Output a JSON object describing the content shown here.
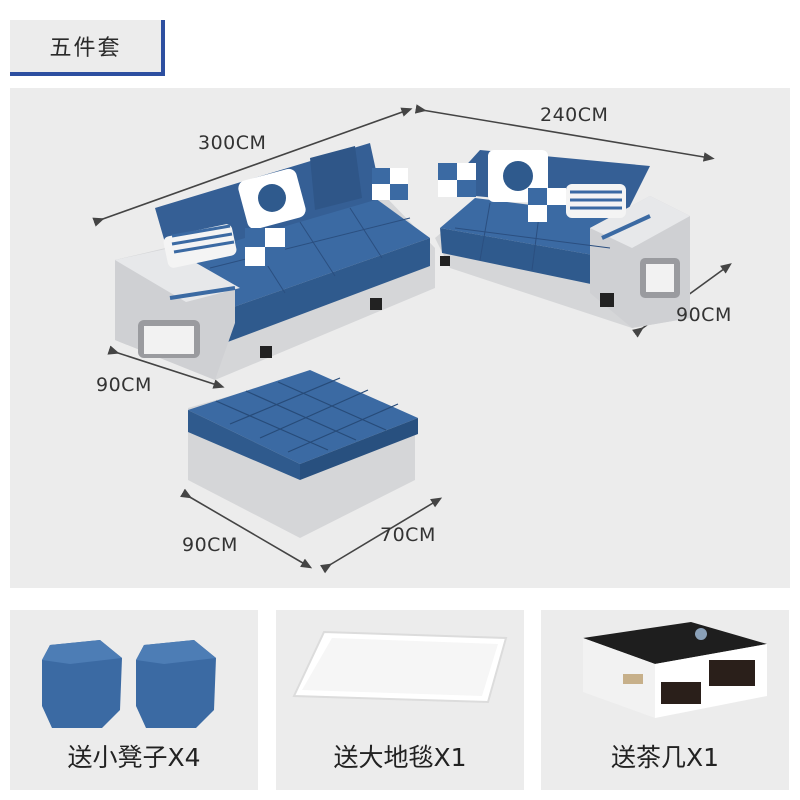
{
  "header": {
    "tag_label": "五件套"
  },
  "dimensions": {
    "left_length": "300CM",
    "right_length": "240CM",
    "right_depth": "90CM",
    "left_depth": "90CM",
    "ottoman_width": "90CM",
    "ottoman_depth": "70CM"
  },
  "gifts": [
    {
      "label": "送小凳子X4",
      "icon": "stool-icon"
    },
    {
      "label": "送大地毯X1",
      "icon": "rug-icon"
    },
    {
      "label": "送茶几X1",
      "icon": "coffee-table-icon"
    }
  ],
  "colors": {
    "panel": "#ececec",
    "accent": "#2d4fa0",
    "sofa_blue": "#3b6aa3",
    "sofa_frame": "#d9dadc"
  }
}
